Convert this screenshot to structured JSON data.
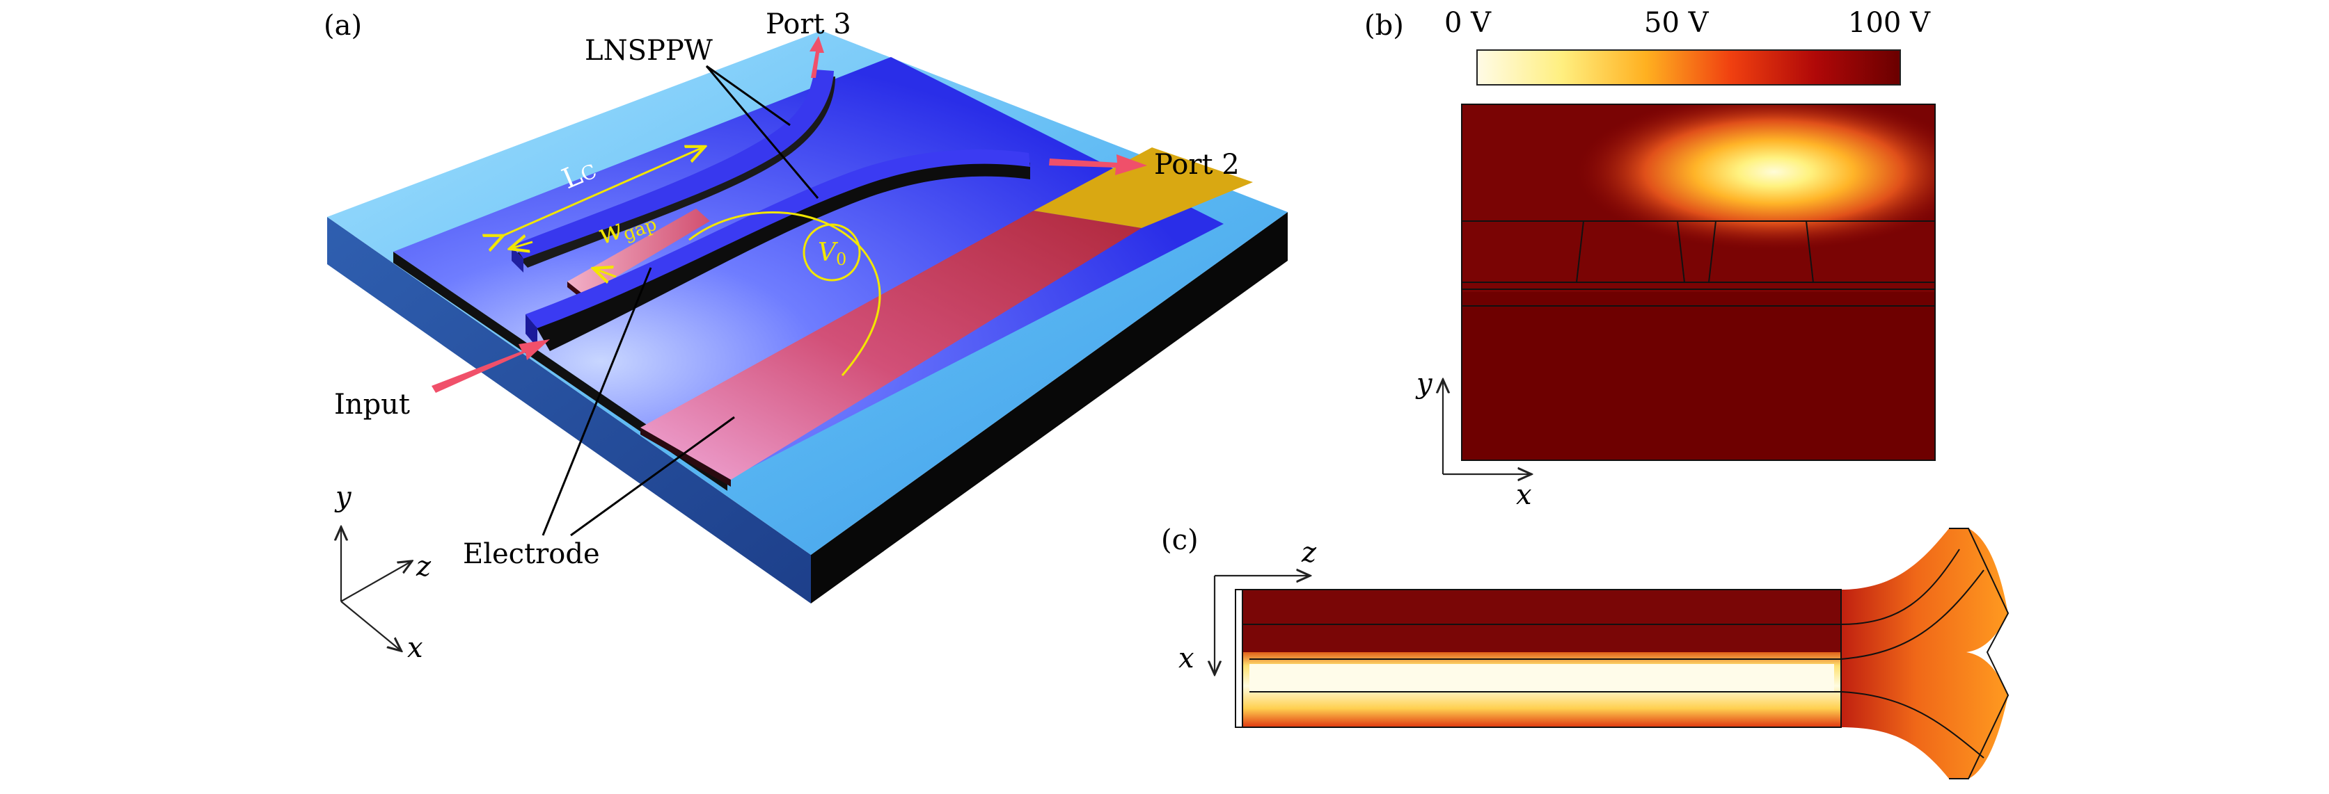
{
  "panel_a": {
    "label": "(a)",
    "port3": "Port 3",
    "port2": "Port 2",
    "lnsppw": "LNSPPW",
    "lc_main": "L",
    "lc_sub": "C",
    "wgap_main": "w",
    "wgap_sub": "gap",
    "v0_main": "V",
    "v0_sub": "0",
    "input": "Input",
    "electrode": "Electrode",
    "axis_y": "y",
    "axis_z": "z",
    "axis_x": "x"
  },
  "panel_b": {
    "label": "(b)",
    "colorbar_ticks": [
      "0 V",
      "50 V",
      "100 V"
    ],
    "axis_y": "y",
    "axis_x": "x"
  },
  "panel_c": {
    "label": "(c)",
    "axis_z": "z",
    "axis_x": "x"
  },
  "colors": {
    "substrate_top": "#5ab8f0",
    "substrate_side": "#0a0a0a",
    "lower_layer": "#3a3df0",
    "electrode": "#c8405a",
    "gold_pad": "#d8a810",
    "annotation": "#f2e600",
    "arrow": "#f0506a",
    "field_low": "#6e0000",
    "field_high": "#fffbd8"
  }
}
